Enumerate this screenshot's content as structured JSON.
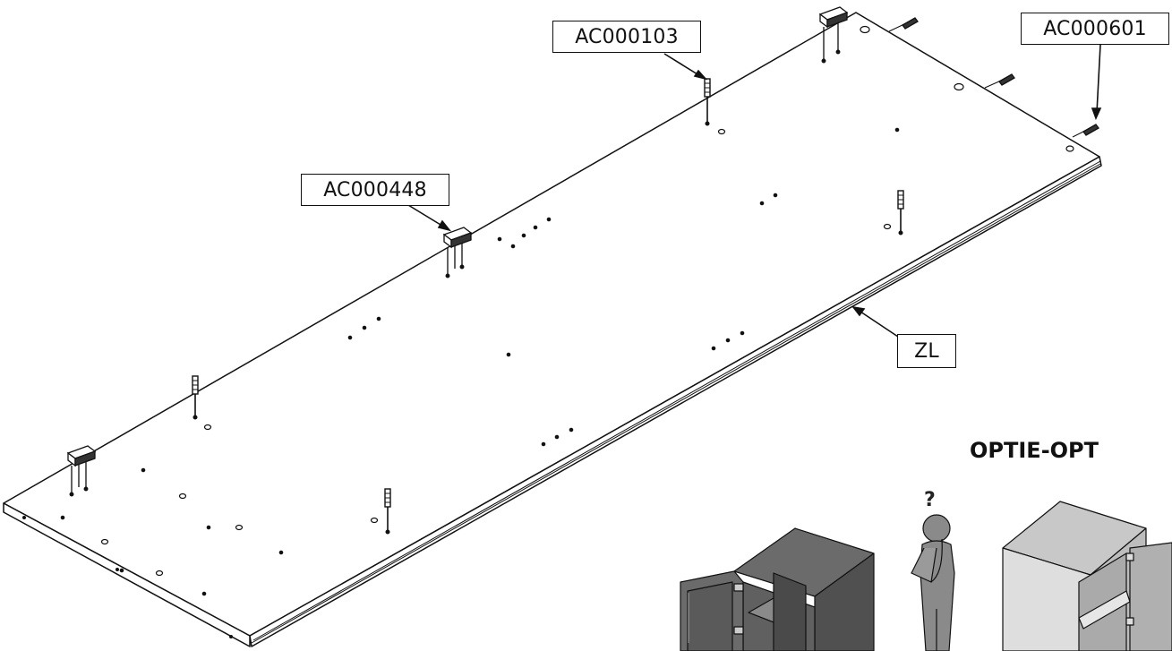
{
  "callouts": {
    "part_1": "AC000103",
    "part_2": "AC000601",
    "part_3": "AC000448",
    "part_4": "ZL"
  },
  "option_heading": "OPTIE-OPT",
  "question_mark": "?",
  "colors": {
    "line": "#111111",
    "cabinet_dark": "#6b6b6b",
    "cabinet_darker": "#505050",
    "cabinet_light": "#c8c8c8",
    "cabinet_lighter": "#dedede",
    "figure": "#8a8a8a"
  }
}
